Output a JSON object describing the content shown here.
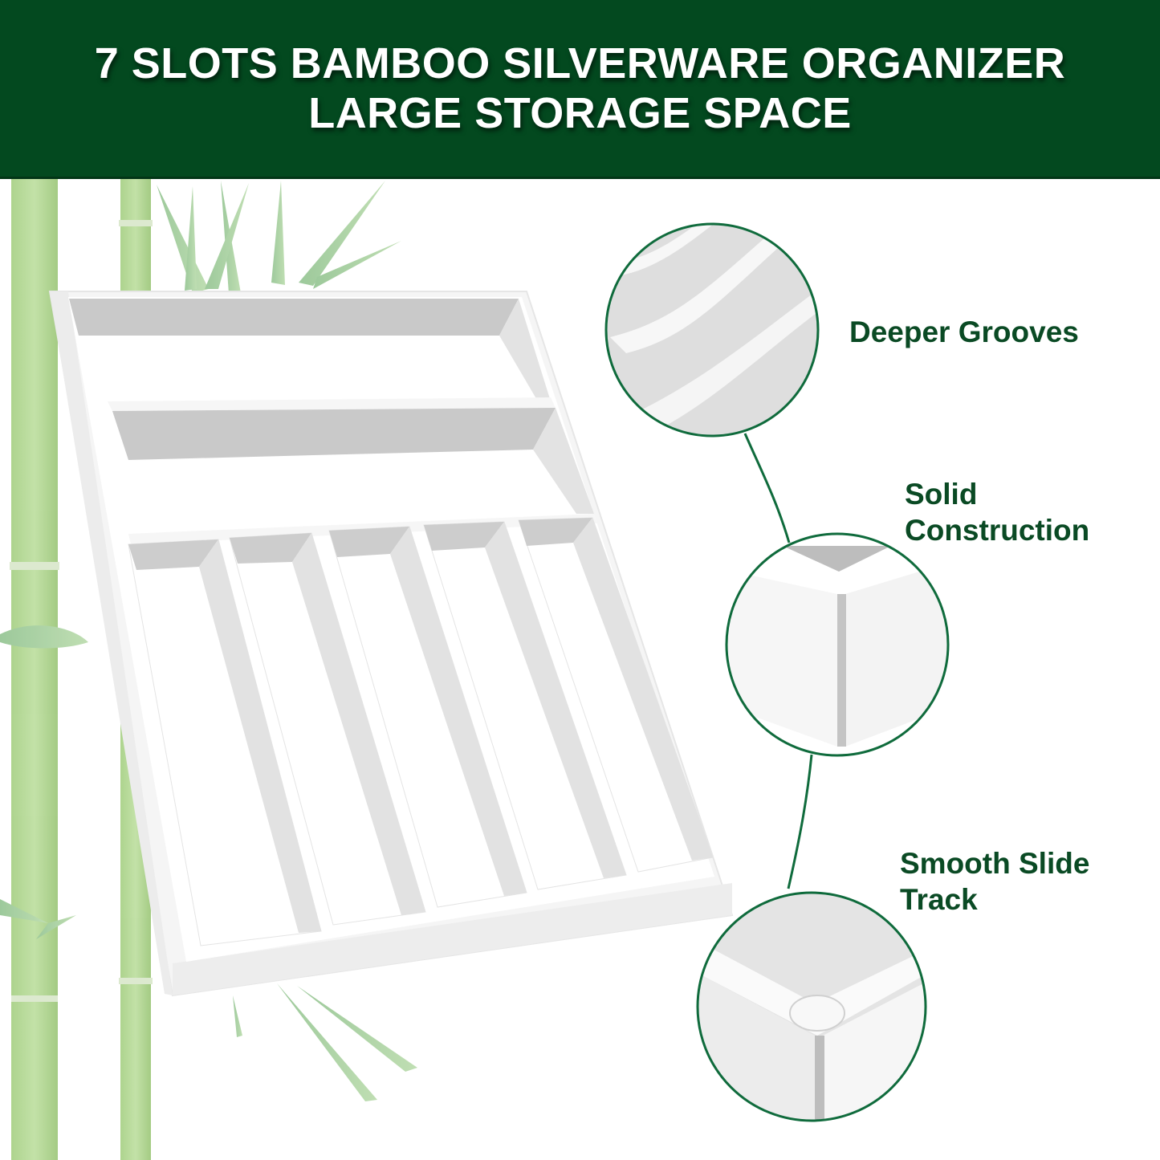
{
  "banner": {
    "title_line_1": "7 SLOTS BAMBOO SILVERWARE ORGANIZER",
    "title_line_2": "LARGE STORAGE SPACE",
    "background_color": "#03491f",
    "text_color": "#ffffff"
  },
  "product": {
    "name": "bamboo-silverware-organizer",
    "slot_count": 7,
    "long_slots": 2,
    "short_slots": 5,
    "color": "#ffffff"
  },
  "features": [
    {
      "label_line_1": "Deeper Grooves",
      "label_line_2": "",
      "detail": "deeper-grooves-closeup"
    },
    {
      "label_line_1": "Solid",
      "label_line_2": "Construction",
      "detail": "solid-corner-closeup"
    },
    {
      "label_line_1": "Smooth Slide",
      "label_line_2": "Track",
      "detail": "slide-pad-closeup"
    }
  ],
  "colors": {
    "accent_green": "#0a4a24",
    "circle_stroke": "#0f6b3c",
    "bamboo_green": "#a9d18a"
  }
}
